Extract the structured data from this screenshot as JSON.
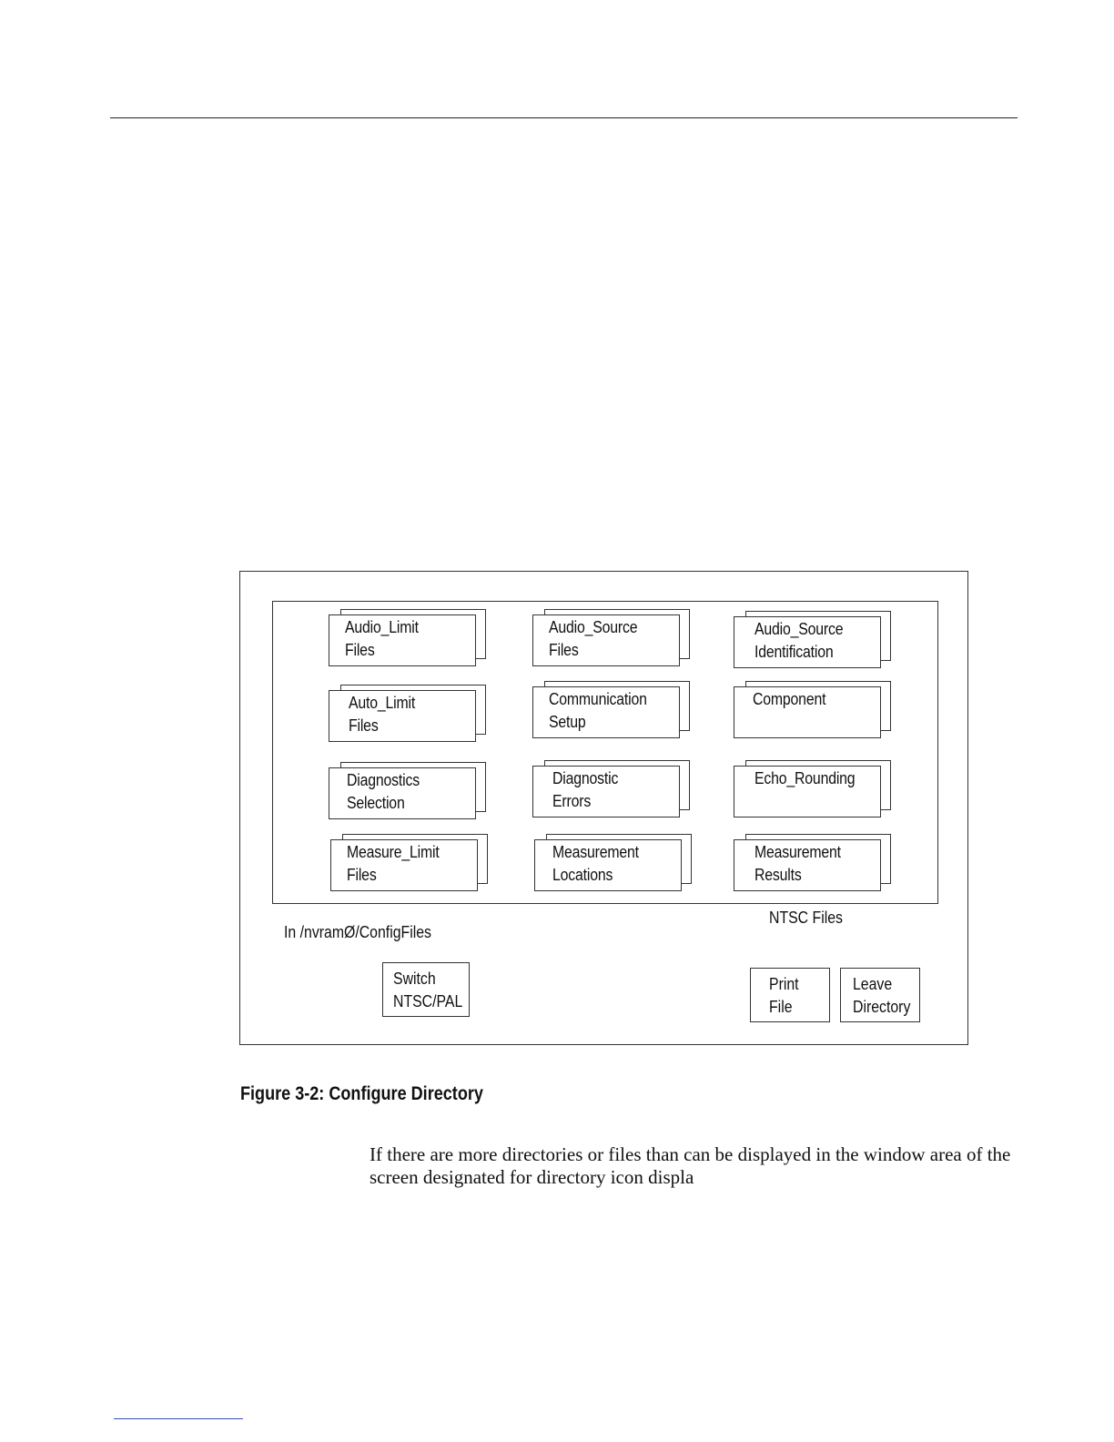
{
  "directory_icons": [
    {
      "label": "Audio_Limit\nFiles"
    },
    {
      "label": "Audio_Source\nFiles"
    },
    {
      "label": "Audio_Source\nIdentification"
    },
    {
      "label": "Auto_Limit\nFiles"
    },
    {
      "label": "Communication\nSetup"
    },
    {
      "label": "Component"
    },
    {
      "label": "Diagnostics\nSelection"
    },
    {
      "label": "Diagnostic\nErrors"
    },
    {
      "label": "Echo_Rounding"
    },
    {
      "label": "Measure_Limit\nFiles"
    },
    {
      "label": "Measurement\nLocations"
    },
    {
      "label": "Measurement\nResults"
    }
  ],
  "screen": {
    "mode_label": "NTSC Files",
    "path_label": "In /nvramØ/ConfigFiles",
    "switch_button": "Switch\nNTSC/PAL",
    "print_button": "Print\nFile",
    "leave_button": "Leave\nDirectory"
  },
  "caption": "Figure 3-2: Configure Directory",
  "body_text": "If there are more directories or files than can be displayed in the window area of the screen designated for directory icon displa"
}
